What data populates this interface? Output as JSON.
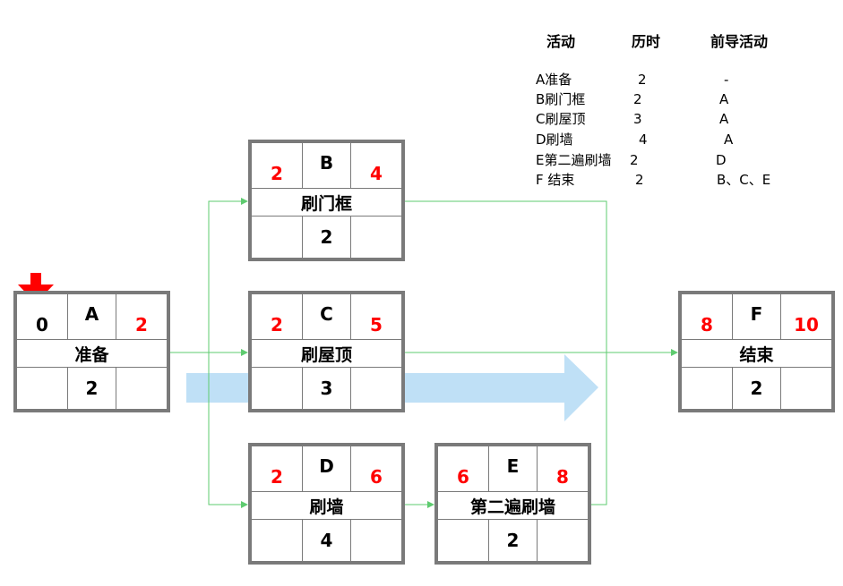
{
  "legend": {
    "headers": {
      "activity": "活动",
      "duration": "历时",
      "predecessor": "前导活动"
    },
    "rows": [
      {
        "activity": "A准备",
        "duration": "2",
        "predecessor": "-"
      },
      {
        "activity": "B刷门框",
        "duration": "2",
        "predecessor": "A"
      },
      {
        "activity": "C刷屋顶",
        "duration": "3",
        "predecessor": "A"
      },
      {
        "activity": "D刷墙",
        "duration": "4",
        "predecessor": "A"
      },
      {
        "activity": "E第二遍刷墙",
        "duration": "2",
        "predecessor": "D"
      },
      {
        "activity": "F 结束",
        "duration": "2",
        "predecessor": "B、C、E"
      }
    ]
  },
  "nodes": {
    "A": {
      "id": "A",
      "name": "准备",
      "es": "0",
      "ef": "2",
      "duration": "2"
    },
    "B": {
      "id": "B",
      "name": "刷门框",
      "es": "2",
      "ef": "4",
      "duration": "2"
    },
    "C": {
      "id": "C",
      "name": "刷屋顶",
      "es": "2",
      "ef": "5",
      "duration": "3"
    },
    "D": {
      "id": "D",
      "name": "刷墙",
      "es": "2",
      "ef": "6",
      "duration": "4"
    },
    "E": {
      "id": "E",
      "name": "第二遍刷墙",
      "es": "6",
      "ef": "8",
      "duration": "2"
    },
    "F": {
      "id": "F",
      "name": "结束",
      "es": "8",
      "ef": "10",
      "duration": "2"
    }
  },
  "colors": {
    "edge": "#5ecb6f",
    "node_border": "#7a7a7a",
    "early_finish_text": "#ff0000",
    "start_marker": "#ff0000",
    "flow_arrow": "#bfe0f6"
  }
}
